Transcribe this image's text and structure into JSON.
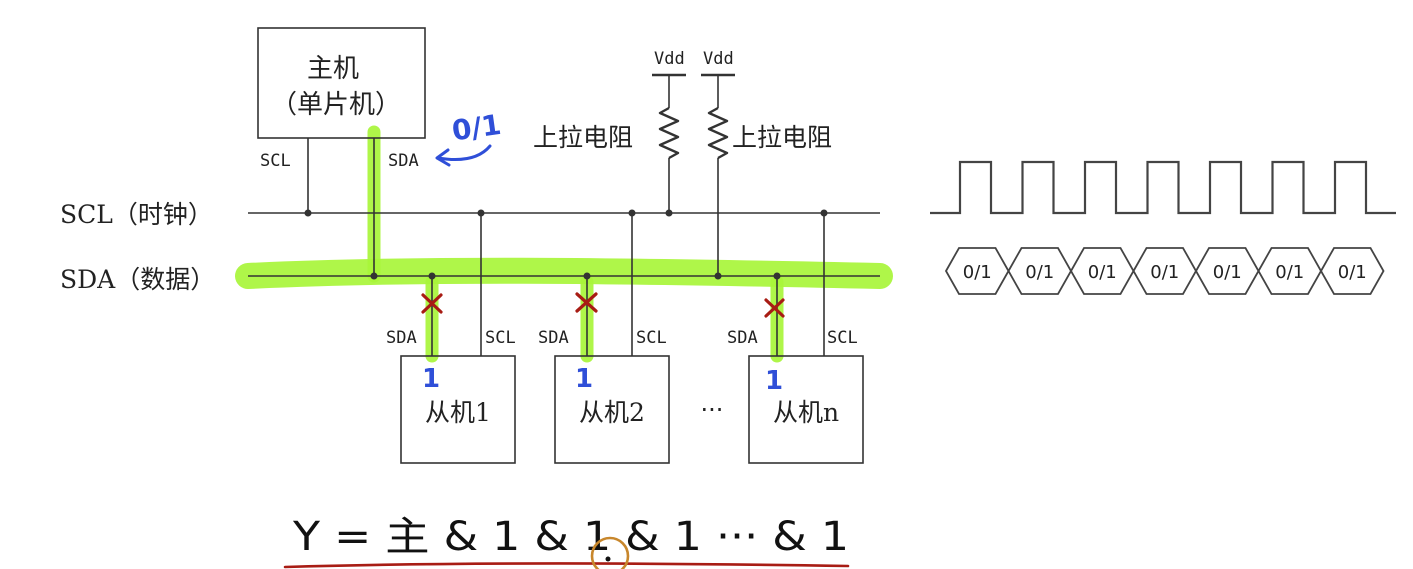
{
  "colors": {
    "line": "#333333",
    "highlight": "#a8f53a",
    "ink_blue": "#2f4fd8",
    "ink_red": "#a81c14",
    "ink_dark": "#111111",
    "cursor": "#c8872c"
  },
  "master": {
    "line1": "主机",
    "line2": "（单片机）",
    "scl": "SCL",
    "sda": "SDA"
  },
  "bus": {
    "scl_label": "SCL（时钟）",
    "sda_label": "SDA（数据）"
  },
  "pullups": {
    "vdd_left": "Vdd",
    "vdd_right": "Vdd",
    "label_left": "上拉电阻",
    "label_right": "上拉电阻"
  },
  "slaves": [
    {
      "name": "从机1",
      "sda": "SDA",
      "scl": "SCL",
      "annot": "1"
    },
    {
      "name": "从机2",
      "sda": "SDA",
      "scl": "SCL",
      "annot": "1"
    },
    {
      "name": "从机n",
      "sda": "SDA",
      "scl": "SCL",
      "annot": "1"
    }
  ],
  "ellipsis": "···",
  "annotation_master": "0/1",
  "data_cells": [
    "0/1",
    "0/1",
    "0/1",
    "0/1",
    "0/1",
    "0/1",
    "0/1"
  ],
  "formula": "Y = 主 & 1 & 1 & 1 ··· & 1",
  "icons": {
    "cross": "cross-mark-icon",
    "arrow": "curved-arrow-icon",
    "resistor": "resistor-icon",
    "cursor": "cursor-ring-icon"
  }
}
